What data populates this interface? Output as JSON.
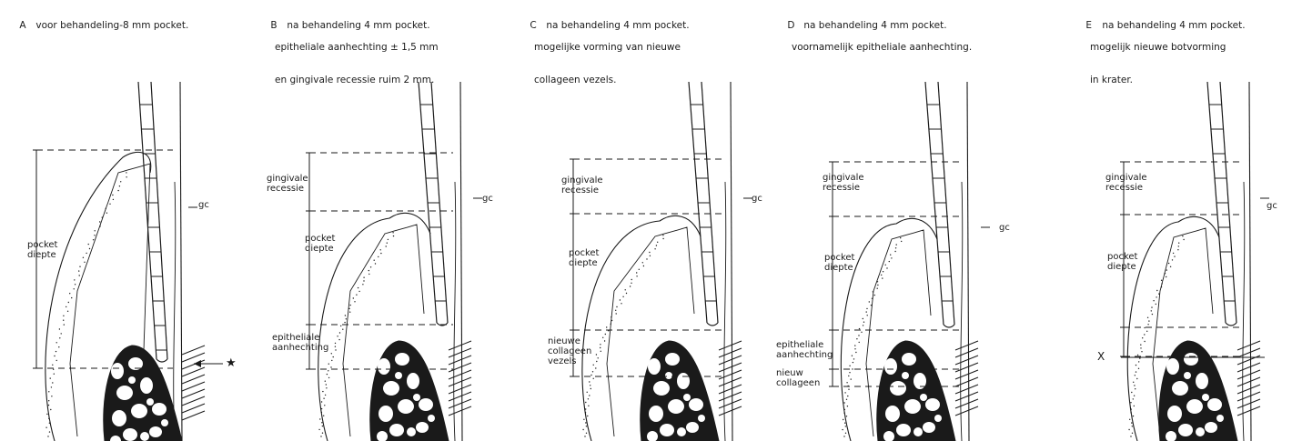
{
  "panels": [
    {
      "letter": "A",
      "caption": [
        "voor behandeling-8 mm pocket."
      ],
      "labels": {
        "pocket_diepte": "pocket\ndiepte"
      },
      "marker_star": "★"
    },
    {
      "letter": "B",
      "caption": [
        "na behandeling 4 mm pocket.",
        "epitheliale aanhechting ± 1,5 mm",
        "en gingivale recessie ruim 2 mm."
      ],
      "labels": {
        "gingivale_recessie": "gingivale\nrecessie",
        "pocket_diepte": "pocket\ndiepte",
        "epitheliale_aanhechting": "epitheliale\naanhechting",
        "gc": "gc"
      }
    },
    {
      "letter": "C",
      "caption": [
        "na behandeling 4 mm pocket.",
        "mogelijke vorming van nieuwe",
        "collageen vezels."
      ],
      "labels": {
        "gingivale_recessie": "gingivale\nrecessie",
        "pocket_diepte": "pocket\ndiepte",
        "nieuwe_collageen_vezels": "nieuwe\ncollageen\nvezels",
        "gc": "gc"
      }
    },
    {
      "letter": "D",
      "caption": [
        "na behandeling 4 mm pocket.",
        "voornamelijk epitheliale aanhechting."
      ],
      "labels": {
        "gingivale_recessie": "gingivale\nrecessie",
        "pocket_diepte": "pocket\ndiepte",
        "epitheliale_aanhechting": "epitheliale\naanhechting",
        "nieuw_collageen": "nieuw\ncollageen",
        "gc": "gc"
      }
    },
    {
      "letter": "E",
      "caption": [
        "na behandeling 4 mm pocket.",
        "mogelijk nieuwe botvorming",
        "in krater."
      ],
      "labels": {
        "gingivale_recessie": "gingivale\nrecessie",
        "pocket_diepte": "pocket\ndiepte",
        "x_marker": "X",
        "gc": "gc"
      }
    }
  ],
  "panel_a_gc": "gc",
  "colors": {
    "ink": "#1a1a1a",
    "paper": "#ffffff"
  }
}
